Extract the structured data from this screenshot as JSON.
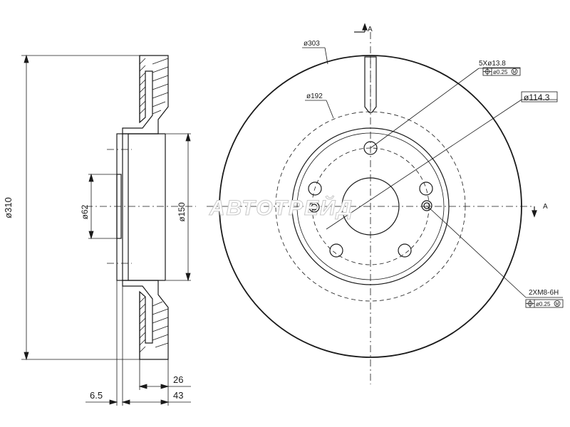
{
  "watermark": "АВТОТРЕЙД",
  "side_view": {
    "dim_outer_diameter": "ø310",
    "dim_hub_diameter": "ø62",
    "dim_hat_diameter": "ø150",
    "dim_thickness": "26",
    "dim_hat_depth": "6.5",
    "dim_total_height": "43"
  },
  "front_view": {
    "dim_disc_diameter": "ø303",
    "dim_inner_ring": "ø192",
    "dim_bolt_circle": "ø114.3",
    "bolt_holes_spec": "5Xø13.8",
    "bolt_holes_tolerance": "ø0.25",
    "tolerance_modifier": "M",
    "thread_spec": "2XM8-6H",
    "thread_tolerance": "ø0.25",
    "section_mark": "A",
    "section_mark_right": "A"
  }
}
